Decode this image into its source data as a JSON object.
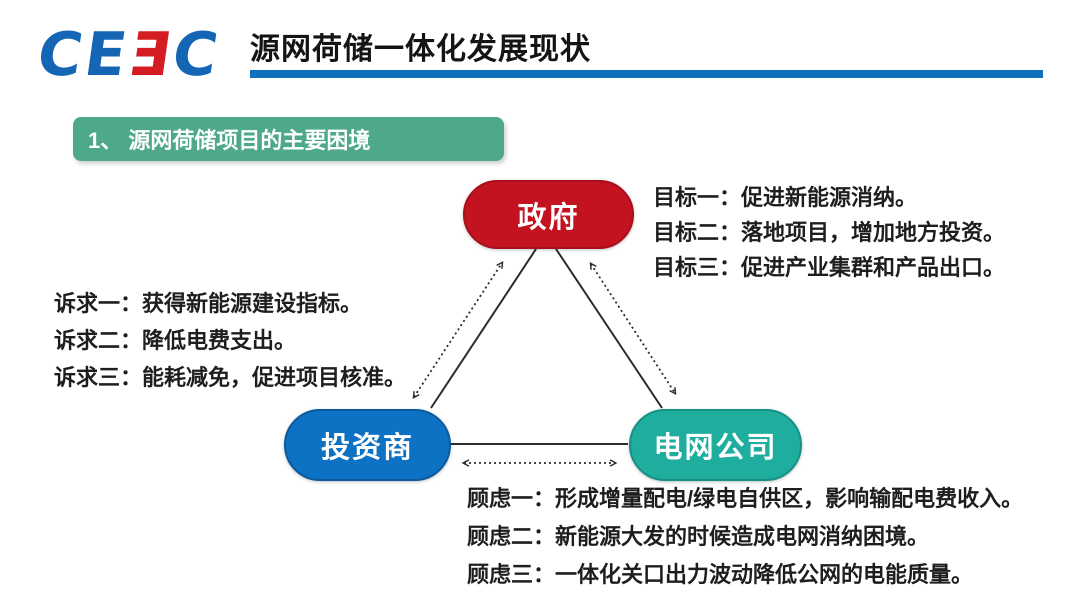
{
  "header": {
    "logo": {
      "alt": "CEEC",
      "letters": [
        "C",
        "E",
        "Ǝ",
        "C"
      ],
      "letter_colors": [
        "#1565B5",
        "#1565B5",
        "#D51C22",
        "#1565B5"
      ]
    },
    "title": "源网荷储一体化发展现状",
    "underline_color": "#0F71BD"
  },
  "section_banner": {
    "label": "1、 源网荷储项目的主要困境",
    "bg_color": "#4EA88B"
  },
  "diagram": {
    "nodes": [
      {
        "id": "government",
        "label": "政府",
        "color": "#C31220"
      },
      {
        "id": "investor",
        "label": "投资商",
        "color": "#0E72C4"
      },
      {
        "id": "grid-company",
        "label": "电网公司",
        "color": "#1FAD9E"
      }
    ],
    "edges": [
      {
        "from": "investor",
        "to": "government",
        "styles": [
          "solid-line",
          "dotted-double-arrow"
        ]
      },
      {
        "from": "government",
        "to": "grid-company",
        "styles": [
          "solid-line",
          "dotted-double-arrow"
        ]
      },
      {
        "from": "investor",
        "to": "grid-company",
        "styles": [
          "solid-line",
          "dotted-double-arrow"
        ]
      }
    ]
  },
  "annotations": {
    "government_goals": {
      "items": [
        "目标一：促进新能源消纳。",
        "目标二：落地项目，增加地方投资。",
        "目标三：促进产业集群和产品出口。"
      ]
    },
    "investor_demands": {
      "items": [
        "诉求一：获得新能源建设指标。",
        "诉求二：降低电费支出。",
        "诉求三：能耗减免，促进项目核准。"
      ]
    },
    "grid_concerns": {
      "items": [
        "顾虑一：形成增量配电/绿电自供区，影响输配电费收入。",
        "顾虑二：新能源大发的时候造成电网消纳困境。",
        "顾虑三：一体化关口出力波动降低公网的电能质量。"
      ]
    }
  }
}
